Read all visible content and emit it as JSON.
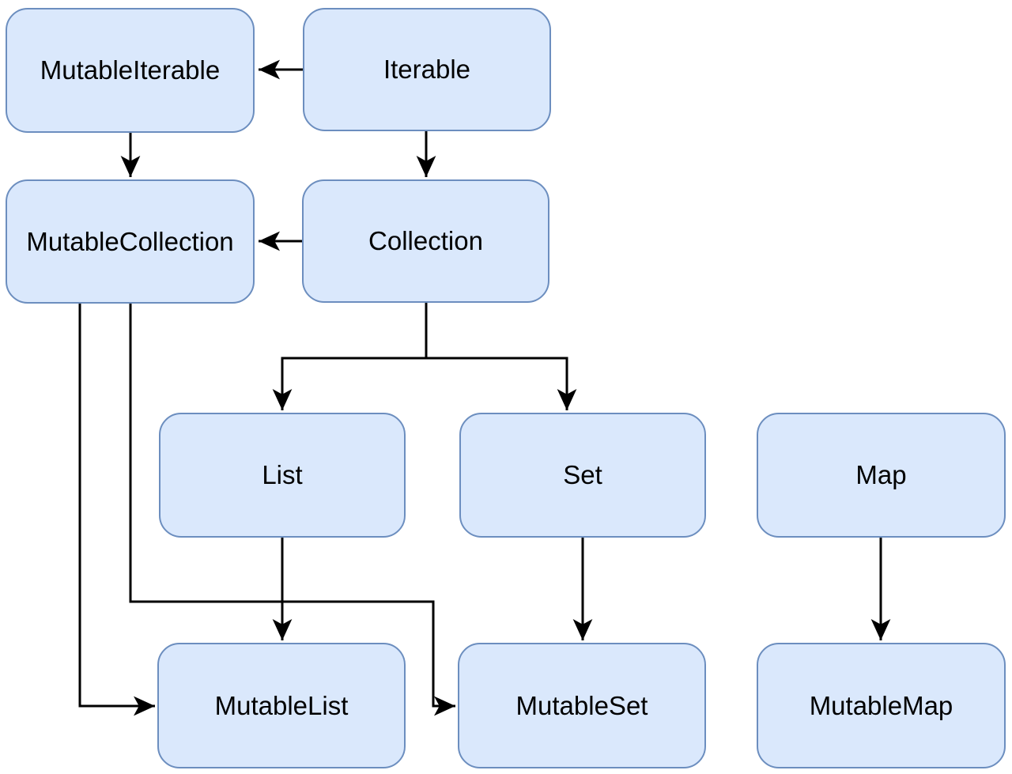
{
  "diagram": {
    "type": "class-hierarchy",
    "nodes": {
      "mutable_iterable": {
        "label": "MutableIterable"
      },
      "iterable": {
        "label": "Iterable"
      },
      "mutable_collection": {
        "label": "MutableCollection"
      },
      "collection": {
        "label": "Collection"
      },
      "list": {
        "label": "List"
      },
      "set": {
        "label": "Set"
      },
      "map": {
        "label": "Map"
      },
      "mutable_list": {
        "label": "MutableList"
      },
      "mutable_set": {
        "label": "MutableSet"
      },
      "mutable_map": {
        "label": "MutableMap"
      }
    },
    "edges": [
      {
        "from": "Iterable",
        "to": "MutableIterable"
      },
      {
        "from": "MutableIterable",
        "to": "MutableCollection"
      },
      {
        "from": "Iterable",
        "to": "Collection"
      },
      {
        "from": "Collection",
        "to": "MutableCollection"
      },
      {
        "from": "Collection",
        "to": "List"
      },
      {
        "from": "Collection",
        "to": "Set"
      },
      {
        "from": "List",
        "to": "MutableList"
      },
      {
        "from": "Set",
        "to": "MutableSet"
      },
      {
        "from": "Map",
        "to": "MutableMap"
      },
      {
        "from": "MutableCollection",
        "to": "MutableList"
      },
      {
        "from": "MutableCollection",
        "to": "MutableSet"
      }
    ],
    "colors": {
      "node_fill": "#dae8fc",
      "node_border": "#6c8ebf",
      "edge": "#000000",
      "text": "#000000",
      "background": "#ffffff"
    }
  }
}
